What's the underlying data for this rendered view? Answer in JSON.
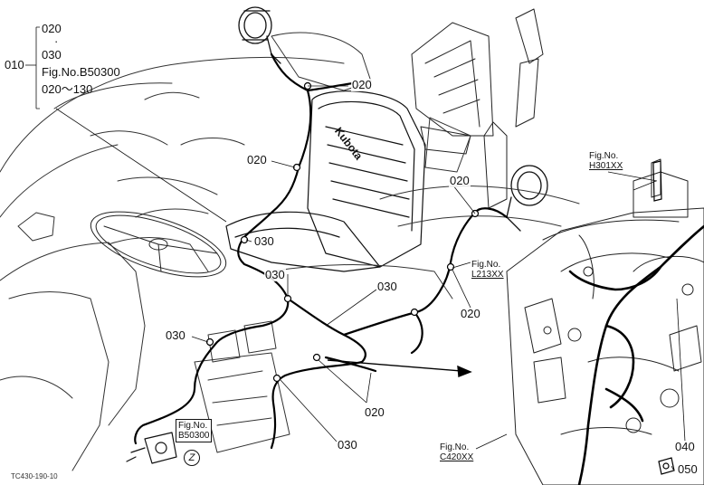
{
  "figure_code": "TC430-190-10",
  "main_ref": {
    "part": "010",
    "items": [
      "020",
      "·",
      "030"
    ],
    "fig_label": "Fig.No.B50300",
    "range": "020～130"
  },
  "callouts": {
    "c020_top": "020",
    "c020_left": "020",
    "c020_mid": "020",
    "c020_right": "020",
    "c020_bottom": "020",
    "c030_a": "030",
    "c030_b": "030",
    "c030_c": "030",
    "c030_d": "030",
    "c030_e": "030",
    "c040": "040",
    "c050": "050"
  },
  "fig_refs": {
    "h301": {
      "label": "Fig.No.",
      "code": "H301XX"
    },
    "l213": {
      "label": "Fig.No.",
      "code": "L213XX"
    },
    "c420": {
      "label": "Fig.No.",
      "code": "C420XX"
    },
    "b50300": {
      "label": "Fig.No.",
      "code": "B50300"
    }
  },
  "view_marker": "Z",
  "seat_brand": "Kubota"
}
